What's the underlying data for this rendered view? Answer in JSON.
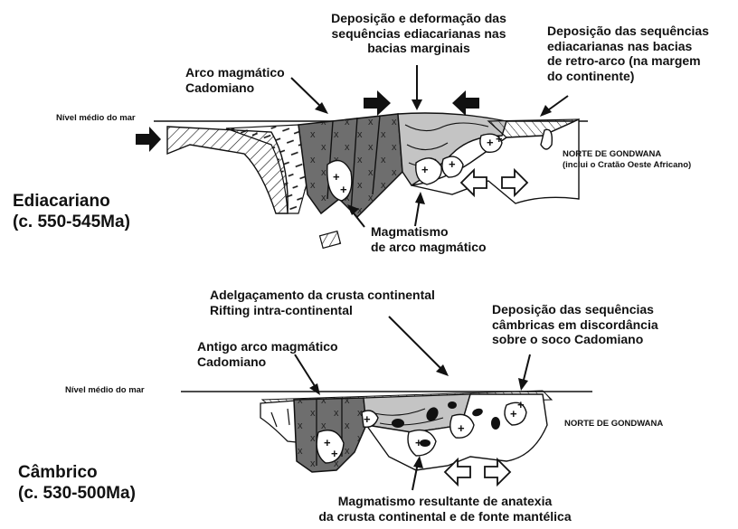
{
  "panels": [
    {
      "period": "Ediacariano",
      "age": "(c. 550-545Ma)",
      "sea_level": "Nível médio do mar",
      "continent": "NORTE DE GONDWANA",
      "continent_note": "(inclui o Cratão Oeste Africano)",
      "labels": {
        "arc": [
          "Arco magmático",
          "Cadomiano"
        ],
        "deformation": [
          "Deposição e deformação das",
          "sequências ediacarianas nas",
          "bacias marginais"
        ],
        "backarc": [
          "Deposição das sequências",
          "ediacarianas nas bacias",
          "de retro-arco (na margem",
          "do continente)"
        ],
        "magmatism": [
          "Magmatismo",
          "de arco magmático"
        ]
      }
    },
    {
      "period": "Câmbrico",
      "age": "(c. 530-500Ma)",
      "sea_level": "Nível médio do mar",
      "continent": "NORTE DE GONDWANA",
      "labels": {
        "rifting": [
          "Adelgaçamento da crusta continental",
          "Rifting intra-continental"
        ],
        "old_arc": [
          "Antigo arco magmático",
          "Cadomiano"
        ],
        "cambrian_deposition": [
          "Deposição das sequências",
          "câmbricas em discordância",
          "sobre o soco Cadomiano"
        ],
        "magmatism": [
          "Magmatismo resultante de anatexia",
          "da crusta continental e de fonte mantélica"
        ]
      }
    }
  ],
  "colors": {
    "arc_fill": "#6e6e6e",
    "sediment_fill": "#c4c4c4",
    "ink": "#111111",
    "background": "#ffffff"
  },
  "icons": {
    "convergence": "solid-arrow",
    "extension": "hollow-arrow",
    "granite": "plus-sign",
    "arc_rock": "x-sign"
  }
}
